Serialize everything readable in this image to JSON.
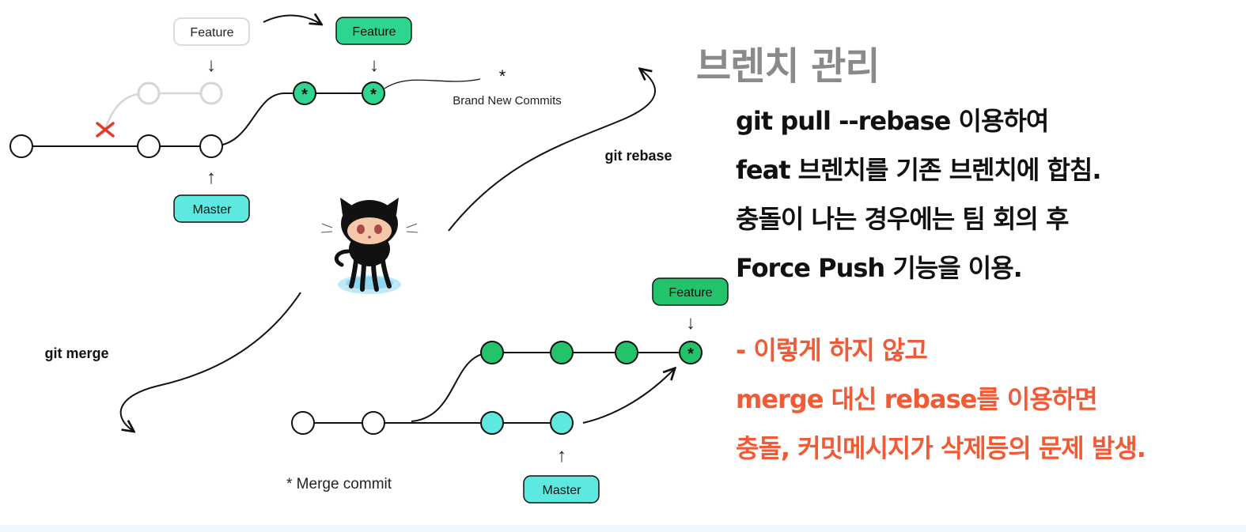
{
  "slide": {
    "title": "브렌치 관리",
    "lines": [
      "git pull --rebase 이용하여",
      "feat 브렌치를 기존 브렌치에 합침.",
      "충돌이 나는 경우에는 팀 회의 후",
      "Force Push 기능을 이용."
    ],
    "warning_lines": [
      "- 이렇게 하지 않고",
      "merge 대신 rebase를 이용하면",
      "충돌, 커밋메시지가 삭제등의 문제 발생."
    ]
  },
  "diagram": {
    "rebase": {
      "feature_old_label": "Feature",
      "feature_new_label": "Feature",
      "master_label": "Master",
      "star": "*",
      "note": "Brand New Commits",
      "label": "git rebase"
    },
    "merge": {
      "label": "git merge",
      "feature_label": "Feature",
      "master_label": "Master",
      "star": "*",
      "note": "* Merge commit"
    },
    "arrows": {
      "down": "↓",
      "up": "↑"
    },
    "mascot": "octocat-icon",
    "colors": {
      "feature_green": "#2dd58e",
      "merge_green": "#22c36a",
      "master_cyan": "#5de8e0",
      "faded": "#d3d3d3",
      "cross_red": "#e23a2c",
      "warning_text": "#f05a35",
      "title_gray": "#8a8a8a"
    }
  }
}
